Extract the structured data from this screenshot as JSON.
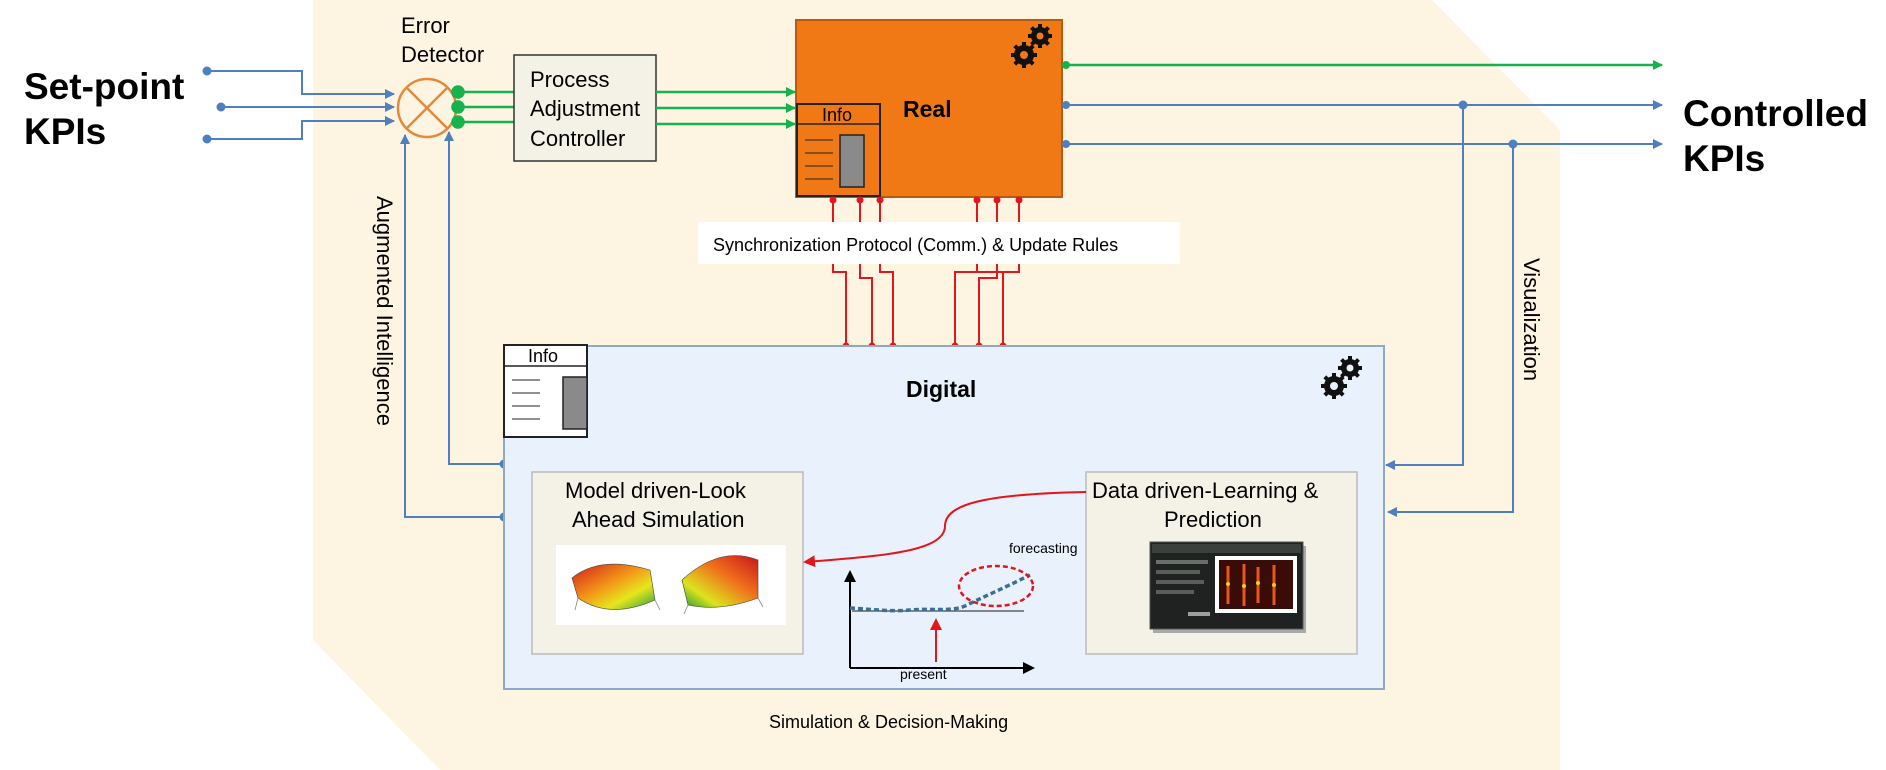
{
  "setpoint": {
    "line1": "Set-point",
    "line2": "KPIs"
  },
  "controlled": {
    "line1": "Controlled",
    "line2": "KPIs"
  },
  "error_detector": {
    "line1": "Error",
    "line2": "Detector"
  },
  "controller": {
    "line1": "Process",
    "line2": "Adjustment",
    "line3": "Controller"
  },
  "real": {
    "title": "Real",
    "info": "Info"
  },
  "digital": {
    "title": "Digital",
    "info": "Info"
  },
  "sync_label": "Synchronization Protocol (Comm.) & Update Rules",
  "augmented": "Augmented Intelligence",
  "visualization": "Visualization",
  "model_box": {
    "line1": "Model driven-Look",
    "line2": "Ahead Simulation"
  },
  "data_box": {
    "line1": "Data driven-Learning &",
    "line2": "Prediction"
  },
  "forecast_chart": {
    "forecasting": "forecasting",
    "present": "present"
  },
  "bottom_label": "Simulation & Decision-Making",
  "colors": {
    "real_fill": "#f07915",
    "digital_fill": "#e9f2fc",
    "background_panel": "#fdf4e1",
    "green_line": "#16b24b",
    "blue_line": "#4f7fbd",
    "red_line": "#e3161b",
    "summing_junction": "#e08a3a"
  },
  "icons": [
    "gear-icon",
    "info-panel-icon",
    "summing-junction-icon",
    "surface-plot-image",
    "dashboard-screenshot-image"
  ]
}
